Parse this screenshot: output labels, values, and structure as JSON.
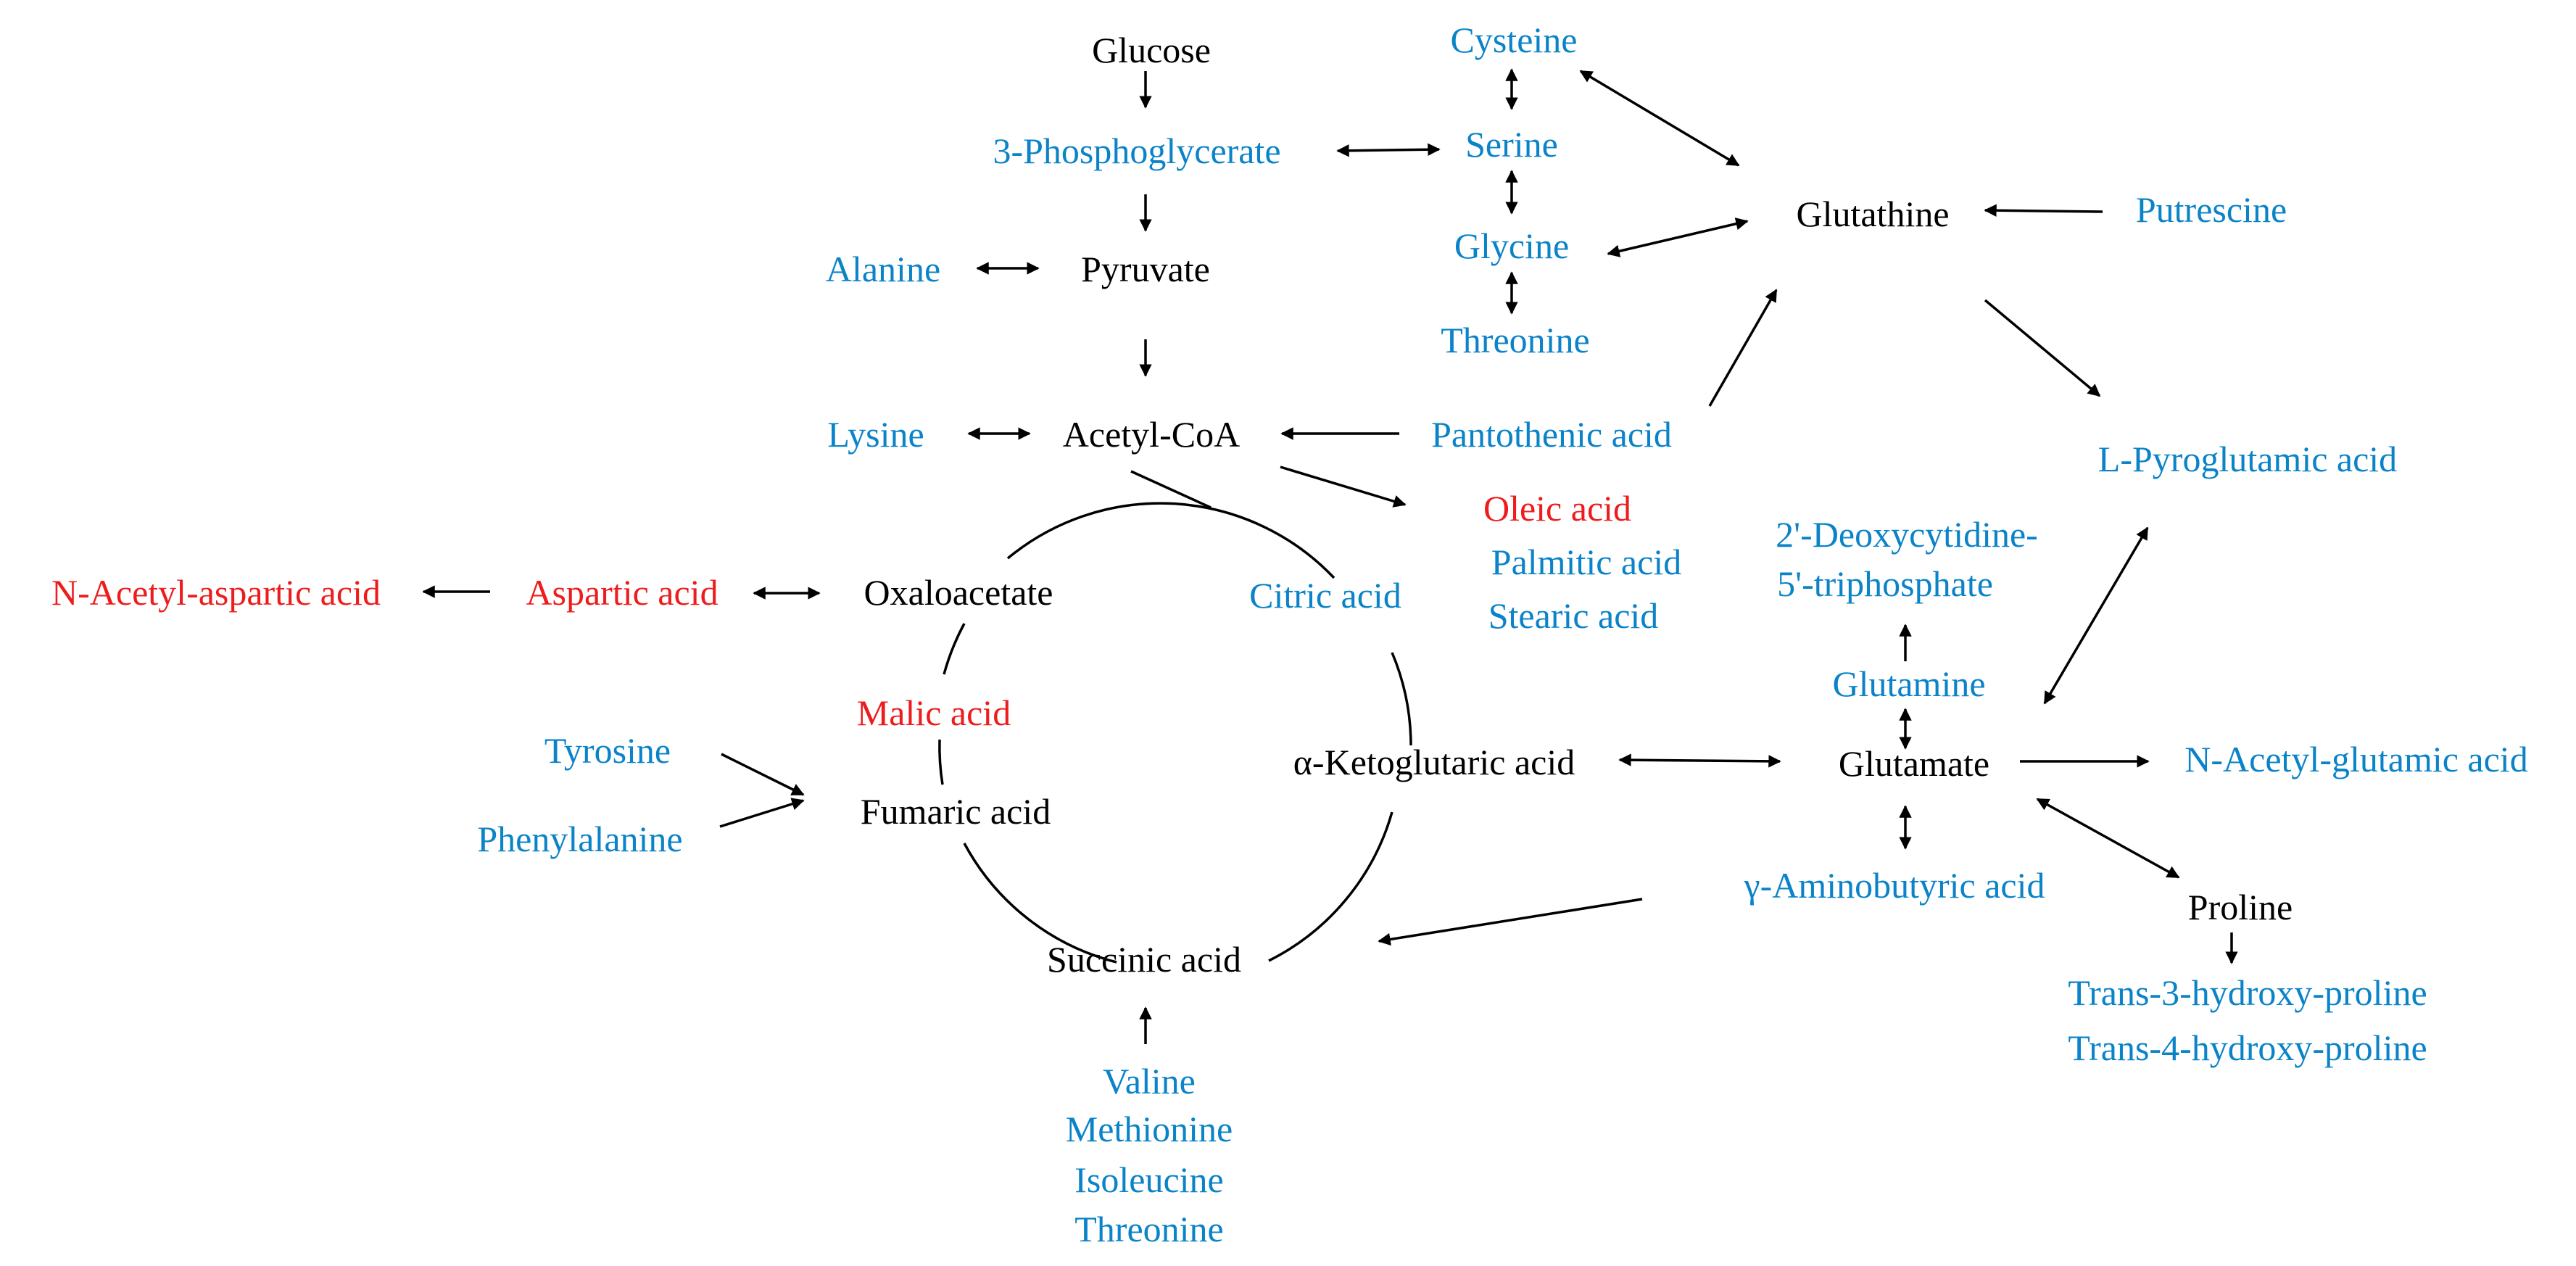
{
  "colors": {
    "black": "#000000",
    "blue": "#0a83c8",
    "red": "#ee1c1c"
  },
  "metabolites": {
    "glucose": "Glucose",
    "phosphoglycerate": "3-Phosphoglycerate",
    "pyruvate": "Pyruvate",
    "alanine": "Alanine",
    "acetyl_coa": "Acetyl-CoA",
    "lysine": "Lysine",
    "cysteine": "Cysteine",
    "serine": "Serine",
    "glycine": "Glycine",
    "threonine_top": "Threonine",
    "glutathine": "Glutathine",
    "putrescine": "Putrescine",
    "pantothenic_acid": "Pantothenic acid",
    "l_pyroglutamic_acid": "L-Pyroglutamic acid",
    "oleic_acid": "Oleic acid",
    "palmitic_acid": "Palmitic acid",
    "stearic_acid": "Stearic acid",
    "n_acetyl_aspartic_acid": "N-Acetyl-aspartic acid",
    "aspartic_acid": "Aspartic acid",
    "oxaloacetate": "Oxaloacetate",
    "citric_acid": "Citric acid",
    "malic_acid": "Malic acid",
    "tyrosine": "Tyrosine",
    "phenylalanine": "Phenylalanine",
    "fumaric_acid": "Fumaric acid",
    "alpha_ketoglutaric_acid": "α-Ketoglutaric acid",
    "succinic_acid": "Succinic acid",
    "deoxycytidine_line1": "2'-Deoxycytidine-",
    "deoxycytidine_line2": "5'-triphosphate",
    "glutamine": "Glutamine",
    "glutamate": "Glutamate",
    "n_acetyl_glutamic_acid": "N-Acetyl-glutamic acid",
    "gaba": "γ-Aminobutyric acid",
    "proline": "Proline",
    "trans3_hydroxyproline": "Trans-3-hydroxy-proline",
    "trans4_hydroxyproline": "Trans-4-hydroxy-proline",
    "valine": "Valine",
    "methionine": "Methionine",
    "isoleucine": "Isoleucine",
    "threonine_bottom": "Threonine"
  }
}
